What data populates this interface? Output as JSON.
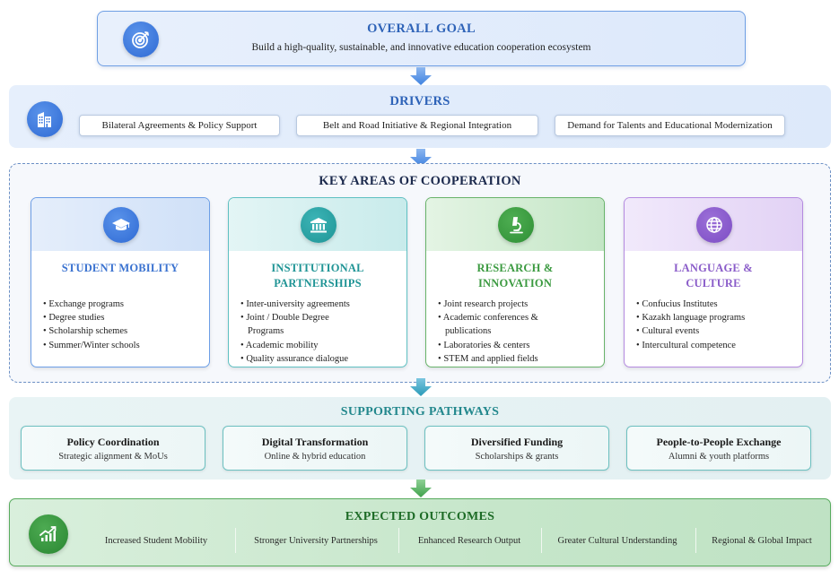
{
  "goal": {
    "icon": "target-icon",
    "title": "OVERALL GOAL",
    "description": "Build a high-quality, sustainable, and innovative education cooperation ecosystem"
  },
  "drivers": {
    "icon": "buildings-icon",
    "title": "DRIVERS",
    "items": [
      "Bilateral Agreements & Policy Support",
      "Belt and Road Initiative & Regional Integration",
      "Demand for Talents and Educational Modernization"
    ]
  },
  "key_areas": {
    "title": "KEY AREAS OF COOPERATION",
    "areas": [
      {
        "icon": "graduation-cap-icon",
        "title_lines": [
          "STUDENT MOBILITY"
        ],
        "color": "#3a72d0",
        "items": [
          "Exchange programs",
          "Degree studies",
          "Scholarship schemes",
          "Summer/Winter schools"
        ]
      },
      {
        "icon": "institution-icon",
        "title_lines": [
          "INSTITUTIONAL",
          "PARTNERSHIPS"
        ],
        "color": "#1f9495",
        "items": [
          "Inter-university agreements",
          "Joint / Double Degree Programs",
          "Academic mobility",
          "Quality assurance dialogue"
        ]
      },
      {
        "icon": "microscope-icon",
        "title_lines": [
          "RESEARCH &",
          "INNOVATION"
        ],
        "color": "#3b9a40",
        "items": [
          "Joint research projects",
          "Academic conferences & publications",
          "Laboratories & centers",
          "STEM and applied fields"
        ]
      },
      {
        "icon": "globe-icon",
        "title_lines": [
          "LANGUAGE &",
          "CULTURE"
        ],
        "color": "#8a5cc9",
        "items": [
          "Confucius Institutes",
          "Kazakh language programs",
          "Cultural events",
          "Intercultural competence"
        ]
      }
    ]
  },
  "pathways": {
    "title": "SUPPORTING PATHWAYS",
    "items": [
      {
        "name": "Policy Coordination",
        "description": "Strategic alignment & MoUs"
      },
      {
        "name": "Digital Transformation",
        "description": "Online & hybrid education"
      },
      {
        "name": "Diversified Funding",
        "description": "Scholarships & grants"
      },
      {
        "name": "People-to-People Exchange",
        "description": "Alumni & youth platforms"
      }
    ]
  },
  "outcomes": {
    "icon": "growth-chart-icon",
    "title": "EXPECTED OUTCOMES",
    "items": [
      "Increased Student Mobility",
      "Stronger University Partnerships",
      "Enhanced Research Output",
      "Greater Cultural Understanding",
      "Regional & Global Impact"
    ]
  },
  "colors": {
    "goal_blue": "#2e63b8",
    "drivers_blue": "#2f6ad4",
    "key_navy": "#1c2a4d",
    "pathways_teal": "#23888d",
    "outcomes_green": "#1d6b26",
    "arrow_blue": "#3f82e0",
    "arrow_teal": "#2a9ab8",
    "arrow_green": "#3fa14a"
  }
}
